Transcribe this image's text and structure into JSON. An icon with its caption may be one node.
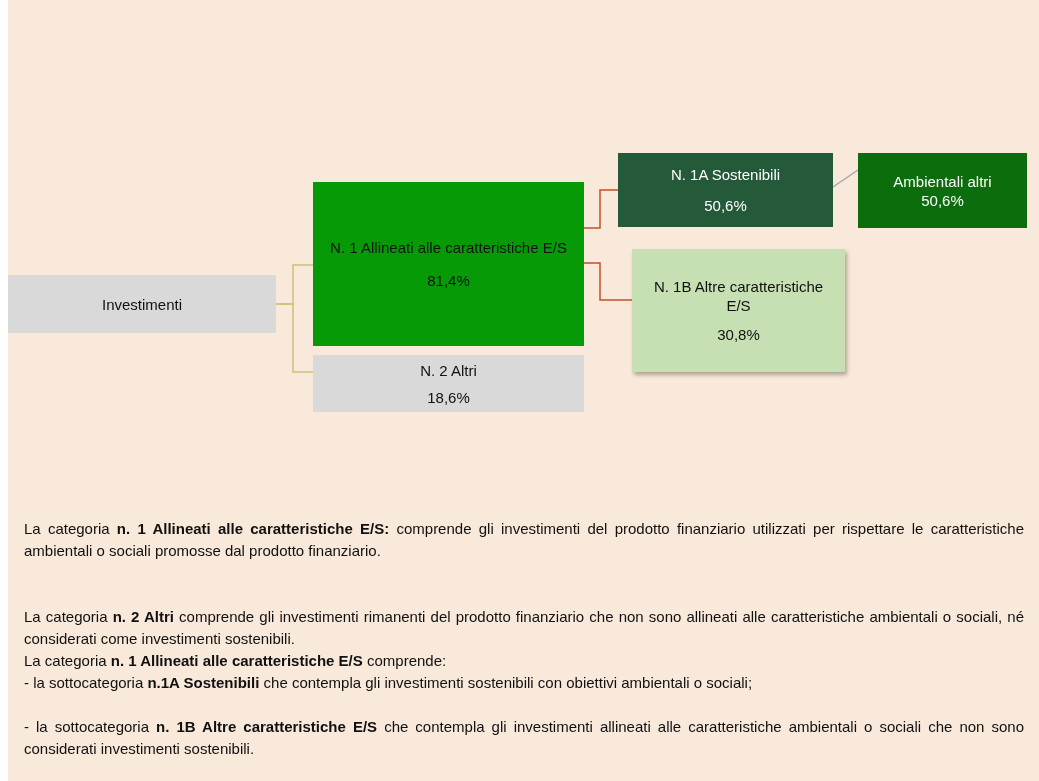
{
  "diagram": {
    "nodes": [
      {
        "text": [
          "Investimenti"
        ]
      },
      {
        "text": [
          "N. 1 Allineati alle caratteristiche E/S",
          "81,4%"
        ]
      },
      {
        "text": [
          "N. 2 Altri",
          "18,6%"
        ]
      },
      {
        "text": [
          "N. 1A Sostenibili",
          "50,6%"
        ]
      },
      {
        "text": [
          "N. 1B Altre caratteristiche E/S",
          "30,8%"
        ]
      },
      {
        "text": [
          "Ambientali altri",
          "50,6%"
        ]
      }
    ],
    "edges": [
      {
        "from": 0,
        "to": 1,
        "arrow": "none"
      },
      {
        "from": 0,
        "to": 2,
        "arrow": "none"
      },
      {
        "from": 1,
        "to": 3,
        "arrow": "none",
        "color": "#c0502a"
      },
      {
        "from": 1,
        "to": 4,
        "arrow": "none",
        "color": "#c0502a"
      },
      {
        "from": 3,
        "to": 5,
        "arrow": "none",
        "color": "#a6a6a6"
      }
    ],
    "labels": [
      "La categoria **n. 1 Allineati alle caratteristiche E/S:** comprende gli investimenti del prodotto finanziario utilizzati per rispettare le caratteristiche ambientali o sociali promosse dal prodotto finanziario.",
      "La categoria **n. 2 Altri** comprende gli investimenti rimanenti del prodotto finanziario che non sono allineati alle caratteristiche ambientali o sociali, né considerati come investimenti sostenibili.",
      "La categoria **n. 1 Allineati alle caratteristiche E/S** comprende:",
      "- la sottocategoria **n.1A Sostenibili** che contempla gli investimenti sostenibili con obiettivi ambientali o sociali;",
      "- la sottocategoria **n. 1B Altre caratteristiche E/S** che contempla gli investimenti allineati alle caratteristiche ambientali o sociali che non sono considerati investimenti sostenibili."
    ]
  }
}
